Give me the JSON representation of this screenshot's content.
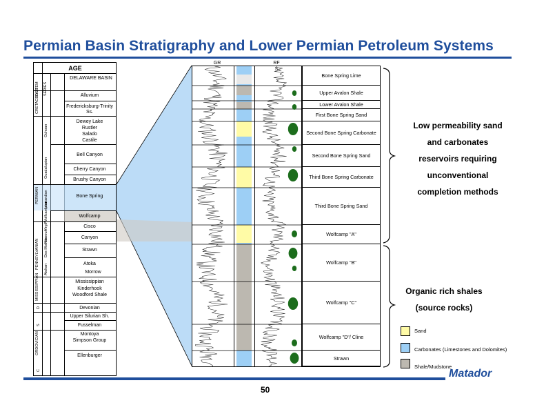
{
  "title": "Permian Basin Stratigraphy and Lower Permian Petroleum Systems",
  "page_number": "50",
  "logo_text": "Matador",
  "strat_column": {
    "header_age": "AGE",
    "header_system": "SYSTEM",
    "header_series": "SERIES",
    "header_basin": "DELAWARE BASIN",
    "units": [
      "Alluvium",
      "Fredericksburg-Trinity Ss.",
      "Dewey Lake",
      "Rustler",
      "Salado",
      "Castile",
      "Bell Canyon",
      "Cherry Canyon",
      "Brushy Canyon",
      "Bone Spring",
      "Wolfcamp",
      "Cisco",
      "Canyon",
      "Strawn",
      "Atoka",
      "Morrow",
      "Mississippian",
      "Kinderhook",
      "Woodford Shale",
      "Devonian",
      "Upper Silurian Sh.",
      "Fusselman",
      "Montoya",
      "Simpson Group",
      "Ellenburger"
    ],
    "systems": [
      "CRETACEOUS",
      "PERMIAN",
      "PENNSYLVANIAN",
      "MISSISSIPPIAN",
      "D",
      "S",
      "ORDOVICIAN",
      "C"
    ],
    "series_labels": [
      "Ochoan",
      "Guadalupian",
      "Leonardian",
      "Wolfcampian",
      "Virgil",
      "Missouri",
      "Des Moines",
      "Atokan"
    ]
  },
  "log_headers": {
    "gr": "GR",
    "rf": "RF",
    "s": "S"
  },
  "intervals": [
    "Bone Spring Lime",
    "Upper Avalon Shale",
    "Lower Avalon Shale",
    "First Bone Spring Sand",
    "Second Bone Spring Carbonate",
    "Second Bone Spring Sand",
    "Third Bone Spring Carbonate",
    "Third Bone Spring Sand",
    "Wolfcamp \"A\"",
    "Wolfcamp \"B\"",
    "Wolfcamp \"C\"",
    "Wolfcamp \"D\"/ Cline",
    "Strawn"
  ],
  "callouts": {
    "upper_lines": [
      "Low permeability sand",
      "and carbonates",
      "reservoirs requiring",
      "unconventional",
      "completion methods"
    ],
    "lower_lines": [
      "Organic rich shales",
      "(source rocks)"
    ]
  },
  "legend": [
    {
      "label": "Sand",
      "color": "#fffba6"
    },
    {
      "label": "Carbonates (Limestones and Dolomites)",
      "color": "#9dcff5"
    },
    {
      "label": "Shale/Mudstone",
      "color": "#bcb8b0"
    }
  ],
  "colors": {
    "brand": "#1f4e9c",
    "zoom_fill": "#bcdcf7",
    "dot": "#1c6d1c"
  }
}
